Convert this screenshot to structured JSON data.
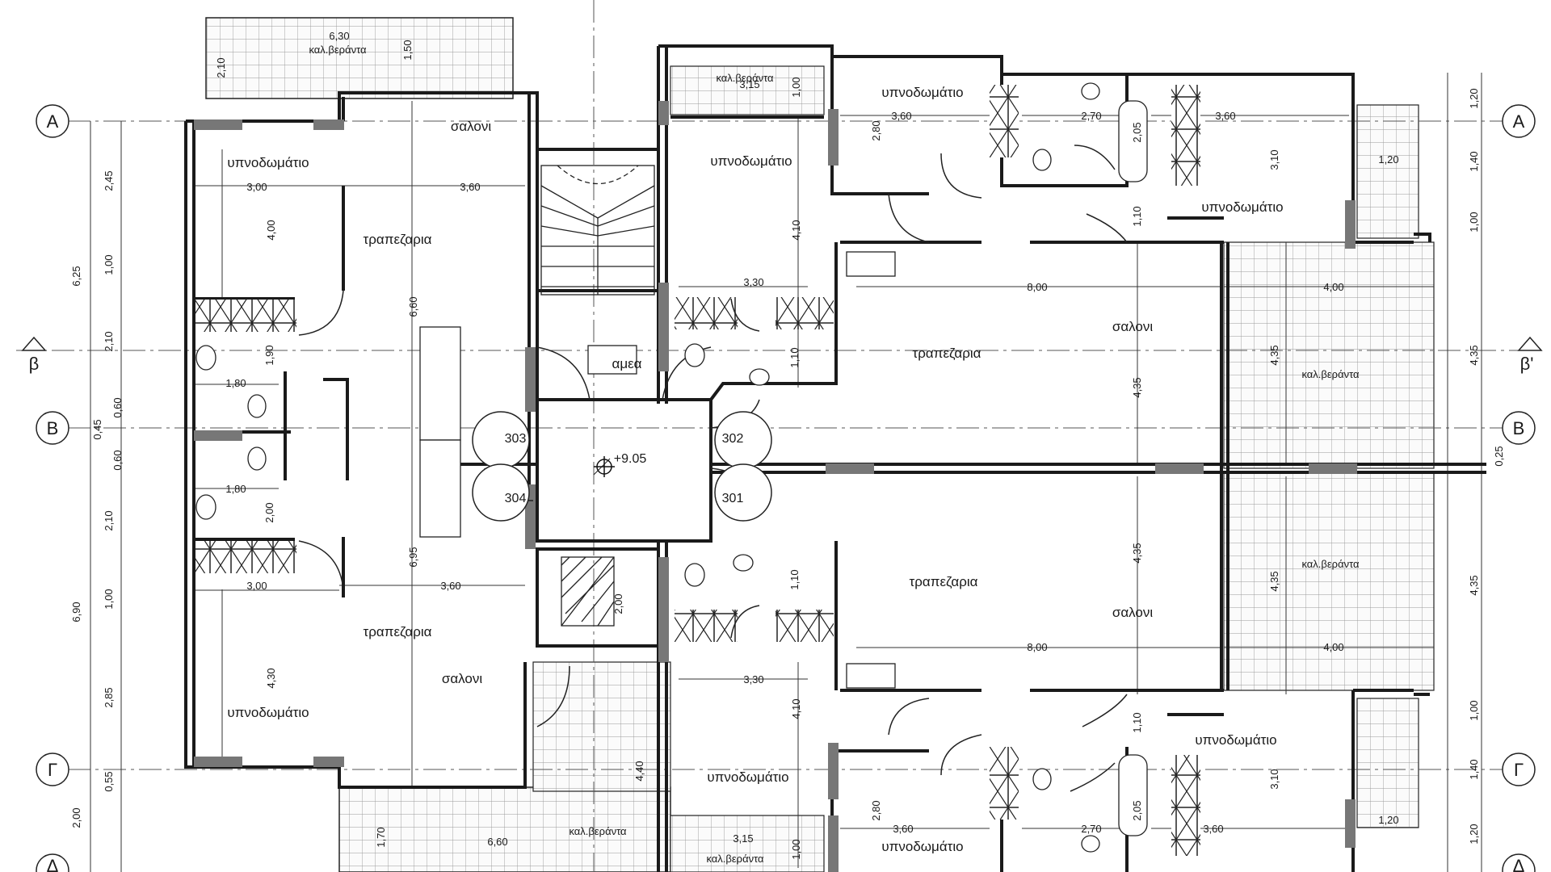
{
  "title": "",
  "axes": {
    "A": "A",
    "B": "B",
    "G": "Γ",
    "D": "Δ",
    "beta": "β",
    "beta_prime": "β'"
  },
  "labels": {
    "bedroom": "υπνοδωμάτιο",
    "living": "σαλονι",
    "dining": "τραπεζαρια",
    "balcony": "καλ.βεράντα",
    "disabled_wc": "αμεα",
    "elevation": "+9.05"
  },
  "units": [
    "303",
    "302",
    "304",
    "301"
  ],
  "dimensions": {
    "left_chain": [
      "6,25",
      "2,45",
      "1,00",
      "2,10",
      "0,60",
      "0,45",
      "0,60",
      "2,10",
      "1,00",
      "2,85",
      "0,55",
      "2,00",
      "6,90"
    ],
    "right_chain": [
      "1,20",
      "1,40",
      "1,00",
      "4,35",
      "0,25",
      "4,35",
      "1,00",
      "1,40",
      "1,20"
    ],
    "balcony_top_width": "6,30",
    "balcony_top_side": "2,10",
    "balcony_top_depth": "1,50",
    "balcony_bottom_width": "6,60",
    "balcony_bottom_side": "1,70",
    "balcony_bottom_depth": "4,40",
    "small_balcony": "3,15",
    "small_balcony_depth": "1,00",
    "w_3_00": "3,00",
    "w_3_60": "3,60",
    "w_2_70": "2,70",
    "w_3_30": "3,30",
    "w_8_00": "8,00",
    "w_4_00": "4,00",
    "w_1_80": "1,80",
    "w_1_20": "1,20",
    "h_4_00": "4,00",
    "h_4_30": "4,30",
    "h_6_60": "6,60",
    "h_6_95": "6,95",
    "h_4_10": "4,10",
    "h_2_80": "2,80",
    "h_2_05": "2,05",
    "h_3_10": "3,10",
    "h_1_10": "1,10",
    "h_1_90": "1,90",
    "h_2_00": "2,00",
    "h_4_35": "4,35"
  }
}
